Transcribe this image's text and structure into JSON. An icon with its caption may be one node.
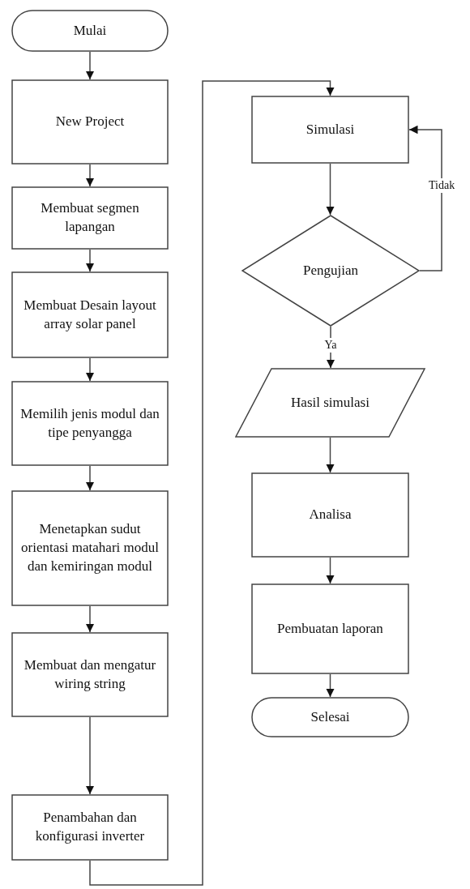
{
  "diagram": {
    "nodes": [
      {
        "text": [
          "Mulai"
        ]
      },
      {
        "text": [
          "New Project"
        ]
      },
      {
        "text": [
          "Membuat segmen lapangan"
        ]
      },
      {
        "text": [
          "Membuat Desain layout array solar panel"
        ]
      },
      {
        "text": [
          "Memilih jenis modul dan tipe penyangga"
        ]
      },
      {
        "text": [
          "Menetapkan sudut orientasi matahari modul dan kemiringan modul"
        ]
      },
      {
        "text": [
          "Membuat dan mengatur wiring string"
        ]
      },
      {
        "text": [
          "Penambahan dan konfigurasi inverter"
        ]
      },
      {
        "text": [
          "Simulasi"
        ]
      },
      {
        "text": [
          "Pengujian"
        ]
      },
      {
        "text": [
          "Hasil simulasi"
        ]
      },
      {
        "text": [
          "Analisa"
        ]
      },
      {
        "text": [
          "Pembuatan laporan"
        ]
      },
      {
        "text": [
          "Selesai"
        ]
      }
    ],
    "edges": [
      {
        "from": 0,
        "to": 1,
        "arrow": "to"
      },
      {
        "from": 1,
        "to": 2,
        "arrow": "to"
      },
      {
        "from": 2,
        "to": 3,
        "arrow": "to"
      },
      {
        "from": 3,
        "to": 4,
        "arrow": "to"
      },
      {
        "from": 4,
        "to": 5,
        "arrow": "to"
      },
      {
        "from": 5,
        "to": 6,
        "arrow": "to"
      },
      {
        "from": 6,
        "to": 7,
        "arrow": "to"
      },
      {
        "from": 7,
        "to": 8,
        "arrow": "to"
      },
      {
        "from": 8,
        "to": 9,
        "arrow": "to"
      },
      {
        "from": 9,
        "to": 8,
        "arrow": "to",
        "label": "Tidak"
      },
      {
        "from": 9,
        "to": 10,
        "arrow": "to",
        "label": "Ya"
      },
      {
        "from": 10,
        "to": 11,
        "arrow": "to"
      },
      {
        "from": 11,
        "to": 12,
        "arrow": "to"
      },
      {
        "from": 12,
        "to": 13,
        "arrow": "to"
      }
    ]
  }
}
